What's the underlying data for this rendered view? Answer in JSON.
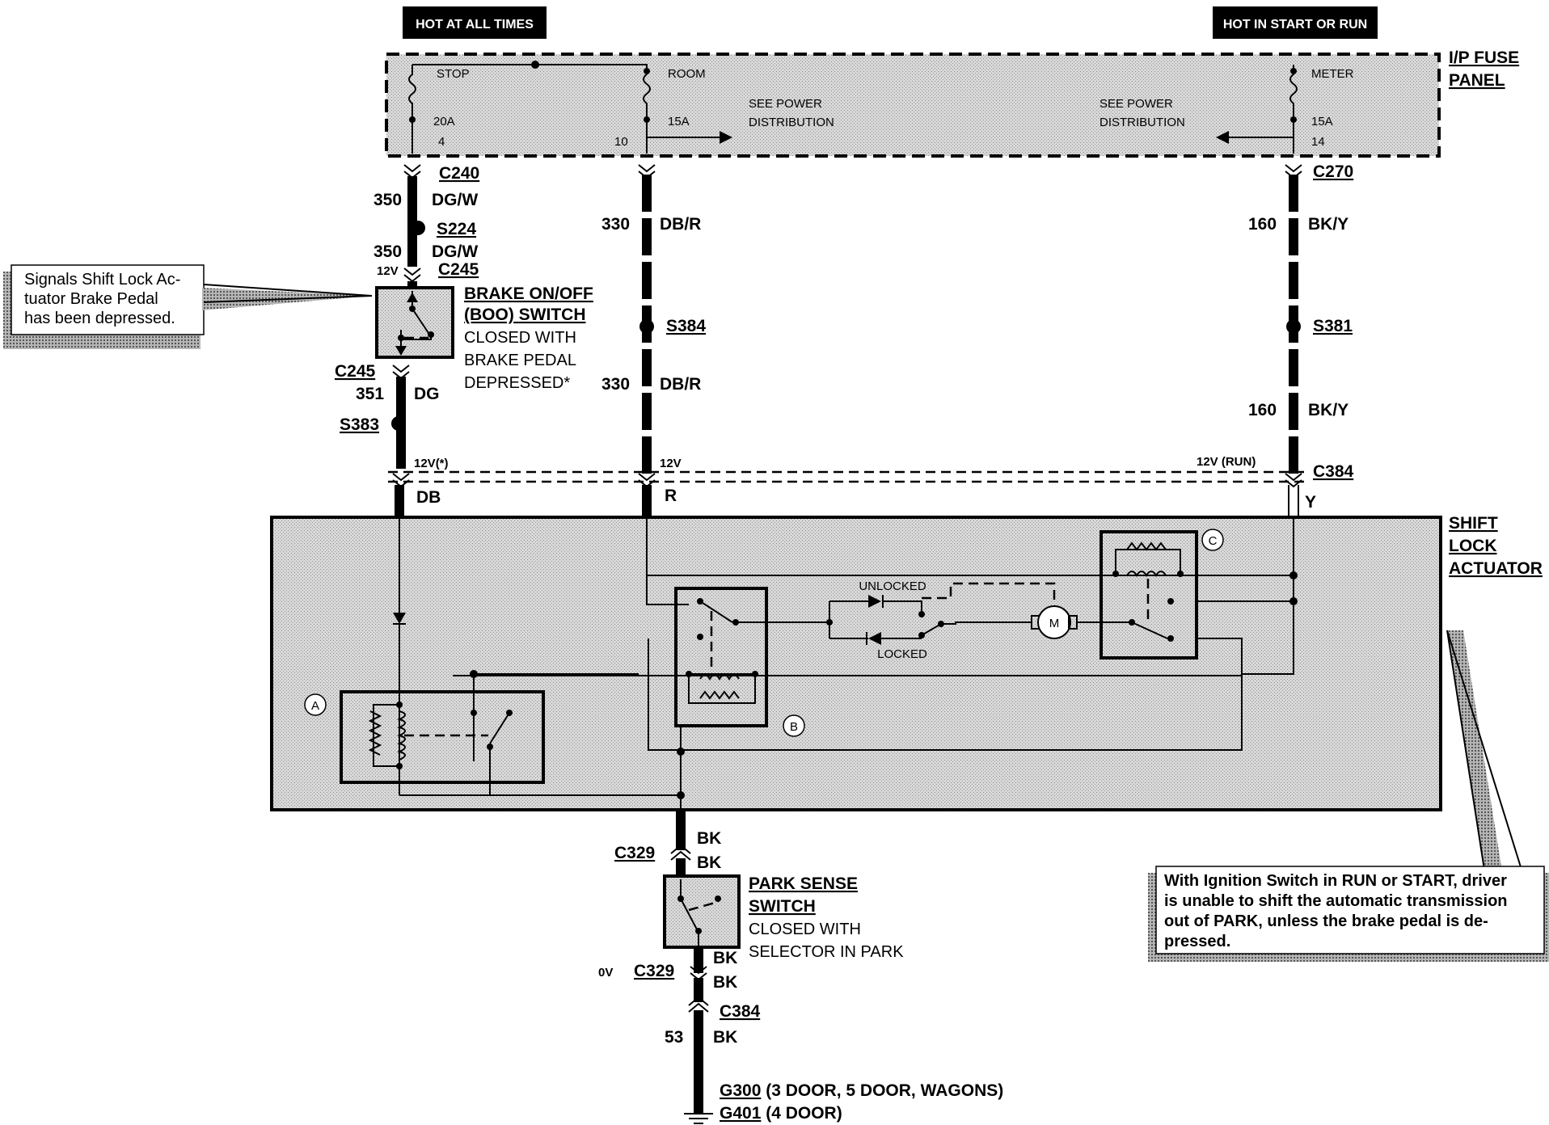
{
  "headers": {
    "hot_at_all_times": "HOT AT ALL TIMES",
    "hot_in_start_or_run": "HOT IN START OR RUN"
  },
  "fuse_panel": {
    "title_line1": "I/P FUSE",
    "title_line2": "PANEL",
    "stop": {
      "name": "STOP",
      "amps": "20A",
      "num": "4"
    },
    "room": {
      "name": "ROOM",
      "amps": "15A",
      "num": "10"
    },
    "meter": {
      "name": "METER",
      "amps": "15A",
      "num": "14"
    },
    "see_power_1a": "SEE POWER",
    "see_power_1b": "DISTRIBUTION",
    "see_power_2a": "SEE POWER",
    "see_power_2b": "DISTRIBUTION"
  },
  "connectors": {
    "c240": "C240",
    "c270": "C270",
    "s224": "S224",
    "c245_top": "C245",
    "c245_bottom": "C245",
    "s383": "S383",
    "s384": "S384",
    "s381": "S381",
    "c384_top": "C384",
    "c329_top": "C329",
    "c329_bottom": "C329",
    "c384_bottom": "C384"
  },
  "wires": {
    "w350a_num": "350",
    "w350a_col": "DG/W",
    "w350b_num": "350",
    "w350b_col": "DG/W",
    "w351_num": "351",
    "w351_col": "DG",
    "w330a_num": "330",
    "w330a_col": "DB/R",
    "w330b_num": "330",
    "w330b_col": "DB/R",
    "w160a_num": "160",
    "w160a_col": "BK/Y",
    "w160b_num": "160",
    "w160b_col": "BK/Y",
    "db": "DB",
    "r": "R",
    "y": "Y",
    "bk1": "BK",
    "bk2": "BK",
    "bk3": "BK",
    "bk4": "BK",
    "w53_num": "53",
    "w53_col": "BK"
  },
  "voltages": {
    "v12_boo": "12V",
    "v12_star": "12V(*)",
    "v12_r": "12V",
    "v12_run": "12V (RUN)",
    "v0": "0V"
  },
  "boo_switch": {
    "line1": "BRAKE ON/OFF",
    "line2a": "(BOO)",
    "line2b": "SWITCH",
    "line3": "CLOSED WITH",
    "line4": "BRAKE PEDAL",
    "line5": "DEPRESSED*"
  },
  "actuator": {
    "line1": "SHIFT",
    "line2": "LOCK",
    "line3": "ACTUATOR",
    "unlocked": "UNLOCKED",
    "locked": "LOCKED",
    "motor": "M",
    "circle_a": "A",
    "circle_b": "B",
    "circle_c": "C"
  },
  "park_switch": {
    "line1": "PARK SENSE",
    "line2": "SWITCH",
    "line3": "CLOSED WITH",
    "line4": "SELECTOR IN PARK"
  },
  "grounds": {
    "g300": "G300",
    "g300_desc": "(3 DOOR, 5 DOOR, WAGONS)",
    "g401": "G401",
    "g401_desc": "(4 DOOR)"
  },
  "callouts": {
    "left_line1": "Signals Shift Lock Ac-",
    "left_line2": "tuator  Brake  Pedal",
    "left_line3": "has been depressed.",
    "right_line1": "With Ignition Switch in RUN or START, driver",
    "right_line2": "is unable to shift the automatic transmission",
    "right_line3": "out of PARK, unless the brake pedal is de-",
    "right_line4": "pressed."
  }
}
